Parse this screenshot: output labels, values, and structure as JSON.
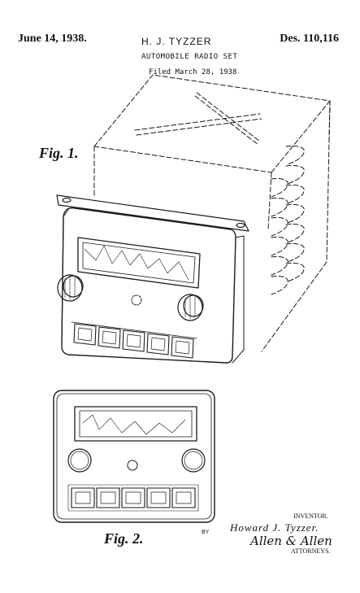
{
  "header": {
    "date": "June 14, 1938.",
    "inventor_header": "H. J. TYZZER",
    "design_number": "Des. 110,116",
    "title": "AUTOMOBILE RADIO SET",
    "filed": "Filed March 28, 1938"
  },
  "figures": {
    "fig1_label": "Fig. 1.",
    "fig2_label": "Fig. 2."
  },
  "signature": {
    "by": "BY",
    "inventor_label": "INVENTOR.",
    "inventor_name": "Howard J. Tyzzer.",
    "attorneys_signature": "Allen & Allen",
    "attorneys_label": "ATTORNEYS."
  }
}
